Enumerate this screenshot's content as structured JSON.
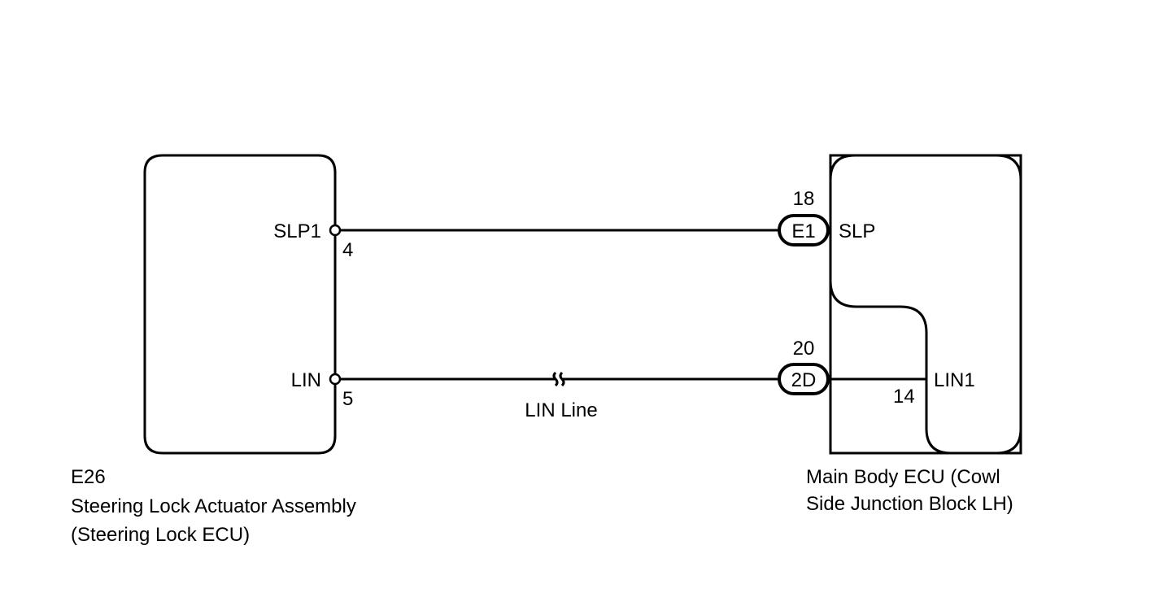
{
  "left_component": {
    "code": "E26",
    "name_line1": "Steering Lock Actuator Assembly",
    "name_line2": "(Steering Lock ECU)",
    "pins": [
      {
        "label": "SLP1",
        "number": "4"
      },
      {
        "label": "LIN",
        "number": "5"
      }
    ]
  },
  "right_component": {
    "name_line1": "Main Body ECU (Cowl",
    "name_line2": "Side Junction Block LH)",
    "terminals": [
      {
        "connector": "E1",
        "pin": "18",
        "signal": "SLP"
      },
      {
        "connector": "2D",
        "pin": "20",
        "signal": ""
      }
    ],
    "internal": {
      "signal": "LIN1",
      "pin": "14"
    }
  },
  "wires": {
    "lin_line_label": "LIN Line"
  }
}
